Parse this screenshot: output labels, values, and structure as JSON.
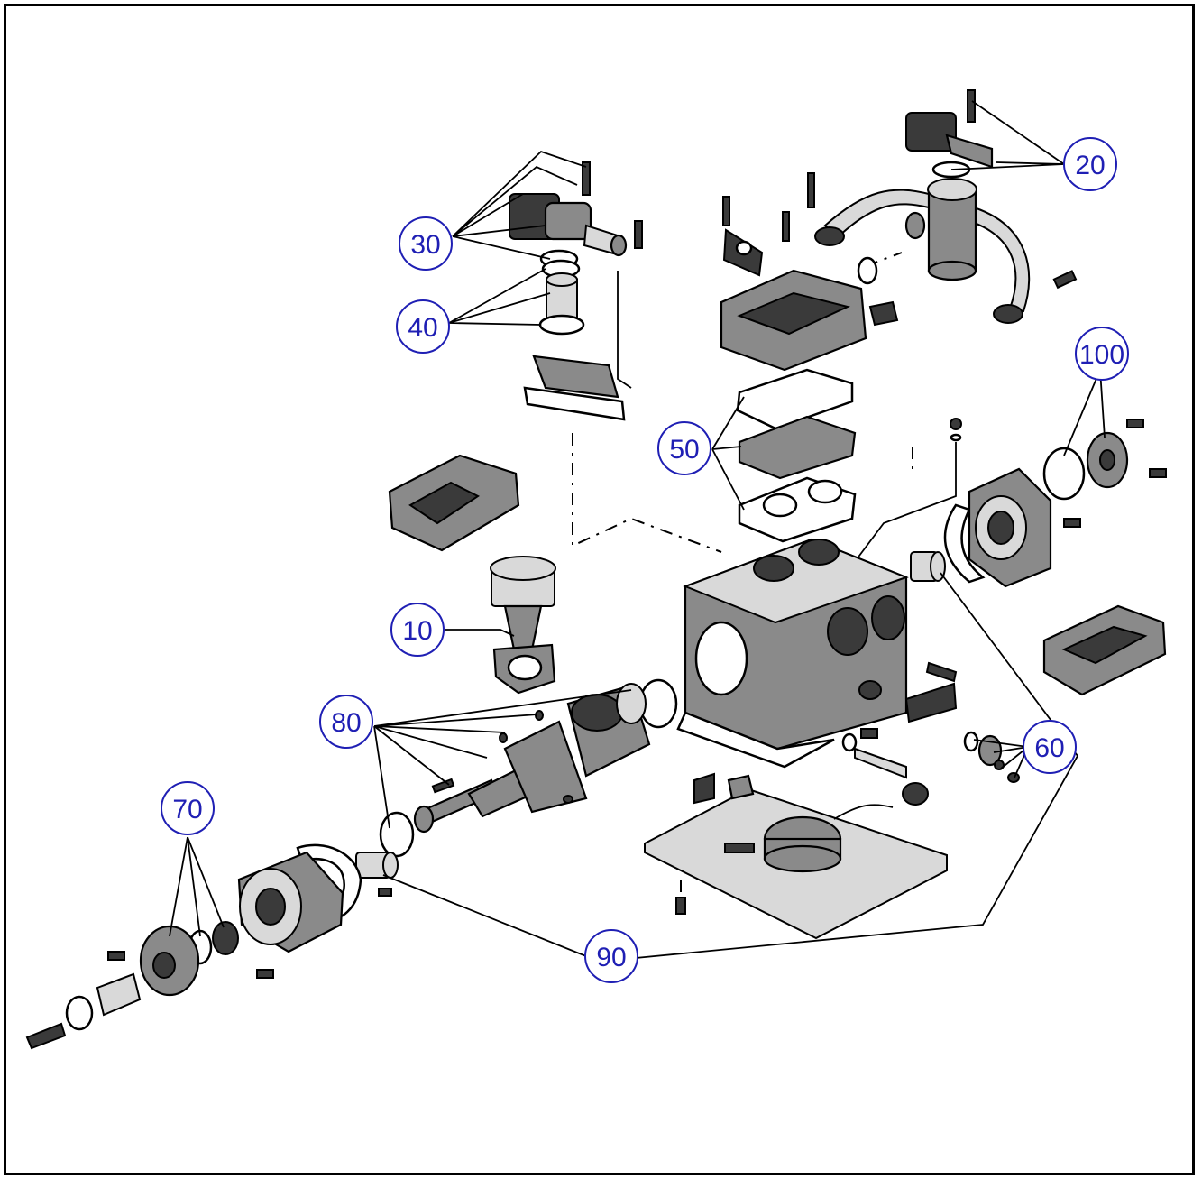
{
  "diagram": {
    "callouts": [
      {
        "id": "10",
        "label": "10"
      },
      {
        "id": "20",
        "label": "20"
      },
      {
        "id": "30",
        "label": "30"
      },
      {
        "id": "40",
        "label": "40"
      },
      {
        "id": "50",
        "label": "50"
      },
      {
        "id": "60",
        "label": "60"
      },
      {
        "id": "70",
        "label": "70"
      },
      {
        "id": "80",
        "label": "80"
      },
      {
        "id": "90",
        "label": "90"
      },
      {
        "id": "100",
        "label": "100"
      }
    ],
    "colors": {
      "callout_circle": "#1f1fb4",
      "callout_text": "#1f1fb4",
      "line": "#000000",
      "part_fill": "#8a8a8a"
    }
  }
}
